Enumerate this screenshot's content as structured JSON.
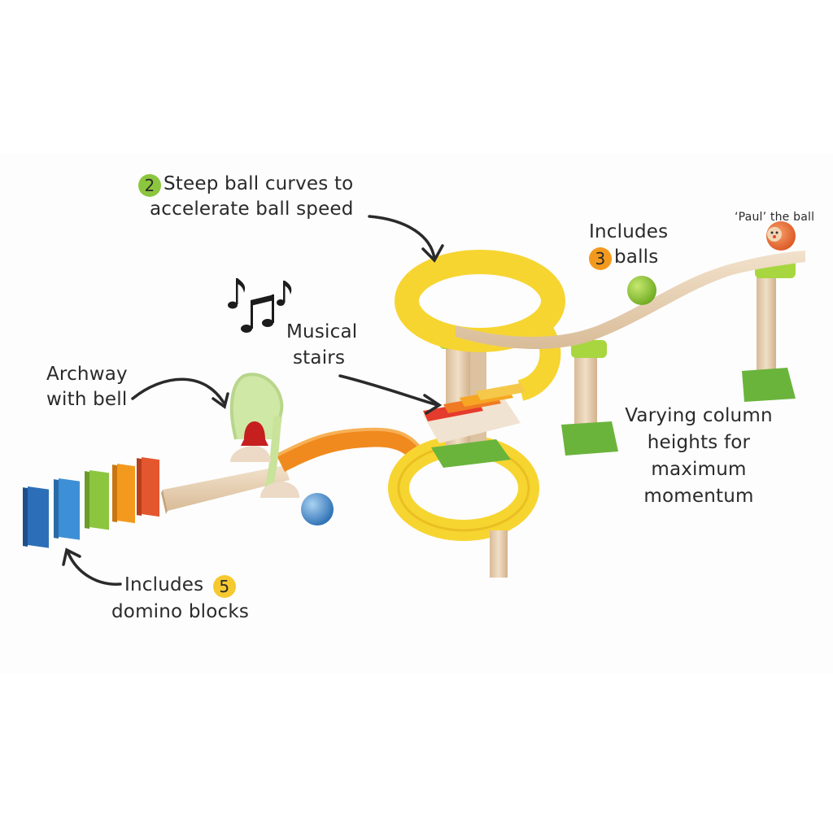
{
  "annotations": {
    "curves": {
      "badge": "2",
      "badge_color": "#8cc63f",
      "line1": "Steep ball curves to",
      "line2": "accelerate ball speed"
    },
    "balls": {
      "line1": "Includes",
      "badge": "3",
      "badge_color": "#f39a1e",
      "line2": "balls"
    },
    "paul": {
      "text": "‘Paul’ the ball"
    },
    "musical": {
      "line1": "Musical",
      "line2": "stairs",
      "notes_icon": "music-notes-icon"
    },
    "archway": {
      "line1": "Archway",
      "line2": "with bell"
    },
    "columns": {
      "line1": "Varying column",
      "line2": "heights for",
      "line3": "maximum",
      "line4": "momentum"
    },
    "dominoes": {
      "line1": "Includes",
      "badge": "5",
      "badge_color": "#f6c92f",
      "line2": "domino blocks"
    }
  },
  "product": {
    "domino_colors": [
      "#2c6fb8",
      "#3d8fd6",
      "#8cc63f",
      "#f39a1e",
      "#e4572e"
    ],
    "ball_colors": {
      "paul": "#e8632b",
      "green": "#8cc63f",
      "blue": "#3a86c8"
    },
    "xylophone_colors": [
      "#e53b2c",
      "#f07a24",
      "#f6a623",
      "#f5c84a"
    ],
    "curve_color": "#f7d531",
    "wood_color": "#e9d3b6",
    "base_color": "#6ab43c"
  }
}
